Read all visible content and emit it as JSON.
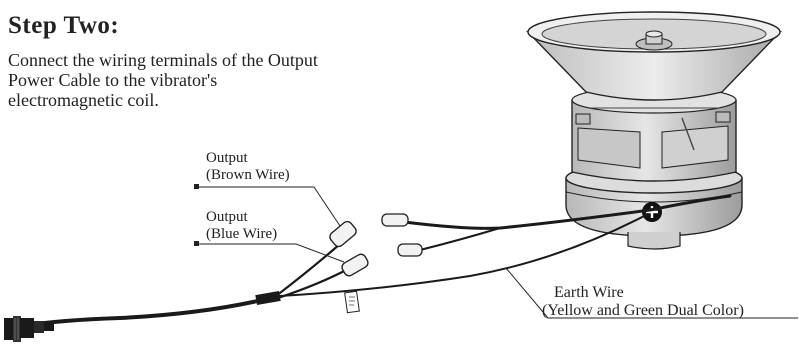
{
  "step": {
    "title": "Step Two:",
    "instruction_lines": [
      "Connect the wiring terminals of the Output",
      "Power Cable to the vibrator's",
      "electromagnetic coil."
    ]
  },
  "labels": {
    "brown_wire": {
      "line1": "Output",
      "line2": "(Brown Wire)"
    },
    "blue_wire": {
      "line1": "Output",
      "line2": "(Blue Wire)"
    },
    "earth_wire": {
      "line1": "Earth Wire",
      "line2": "(Yellow and Green Dual Color)"
    }
  },
  "colors": {
    "line": "#222222",
    "bowl_gray": "#d9d9d9",
    "bowl_dark": "#9a9a9a",
    "wire": "#1a1a1a"
  }
}
